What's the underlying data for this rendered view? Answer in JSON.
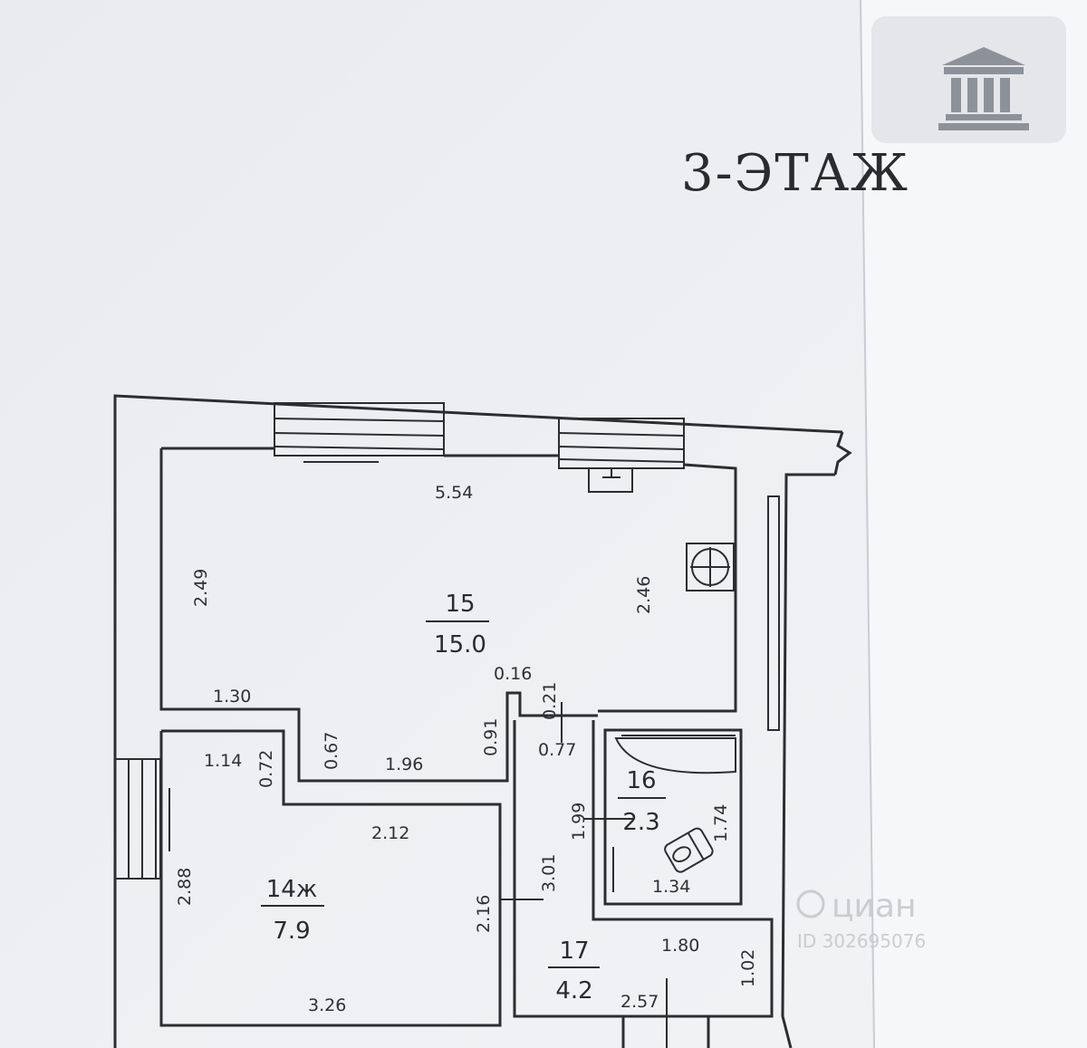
{
  "plan": {
    "title": "3-ЭТАЖ",
    "rooms": [
      {
        "number": "15",
        "area": "15.0"
      },
      {
        "number": "14ж",
        "area": "7.9"
      },
      {
        "number": "16",
        "area": "2.3"
      },
      {
        "number": "17",
        "area": "4.2"
      }
    ],
    "dimensions": {
      "d554": "5.54",
      "d249": "2.49",
      "d246": "2.46",
      "d130": "1.30",
      "d016": "0.16",
      "d021": "0.21",
      "d067": "0.67",
      "d091": "0.91",
      "d077": "0.77",
      "d114": "1.14",
      "d072": "0.72",
      "d196": "1.96",
      "d212": "2.12",
      "d288": "2.88",
      "d216": "2.16",
      "d301": "3.01",
      "d199": "1.99",
      "d174": "1.74",
      "d134": "1.34",
      "d180": "1.80",
      "d102": "1.02",
      "d257": "2.57",
      "d326": "3.26"
    },
    "watermark": {
      "brand": "циан",
      "id_text": "ID 302695076"
    },
    "colors": {
      "paper": "#eceef1",
      "ink": "#2c2d30",
      "logo": "#8d929a"
    }
  }
}
